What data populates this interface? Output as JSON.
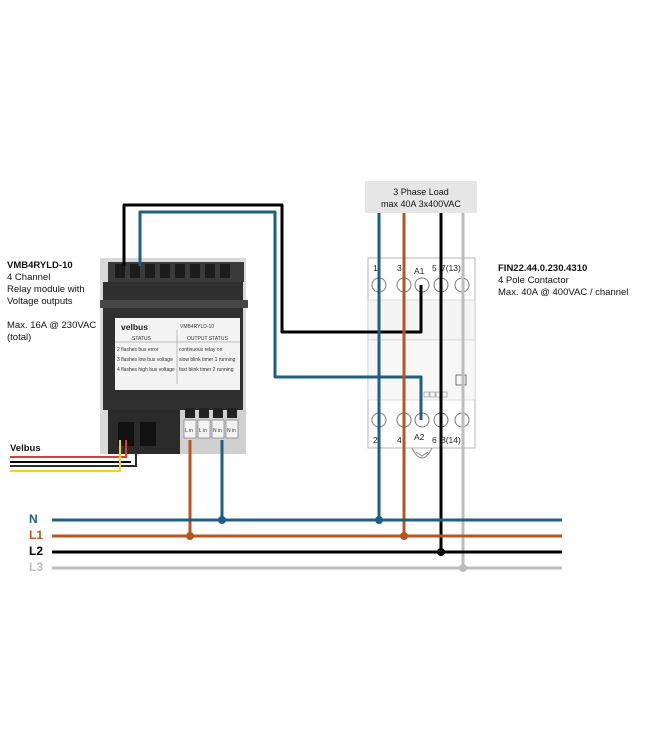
{
  "load_box": {
    "line1": "3 Phase Load",
    "line2": "max 40A 3x400VAC"
  },
  "relay_module": {
    "model": "VMB4RYLD-10",
    "desc1": "4 Channel",
    "desc2": "Relay module with",
    "desc3": "Voltage outputs",
    "desc4": "Max. 16A @ 230VAC",
    "desc5": "(total)",
    "brand": "velbus",
    "face_model": "VMB4RYLD-10",
    "status_header": "STATUS",
    "output_status_header": "OUTPUT STATUS",
    "status_rows": [
      "2 flashes  bus error",
      "3 flashes  low bus voltage",
      "4 flashes  high bus voltage"
    ],
    "output_rows": [
      "continuous  relay on",
      "slow blink  timer 1 running",
      "fast blink  timer 2 running"
    ],
    "terminals": [
      "L in",
      "L in",
      "N in",
      "N in"
    ]
  },
  "contactor": {
    "model": "FIN22.44.0.230.4310",
    "desc1": "4 Pole Contactor",
    "desc2": "Max. 40A @ 400VAC / channel",
    "top_terminals": [
      "1",
      "3",
      "A1",
      "5",
      "7(13)"
    ],
    "bottom_terminals": [
      "2",
      "4",
      "A2",
      "6",
      "8(14)"
    ]
  },
  "bus_label": "Velbus",
  "rails": [
    {
      "name": "N",
      "color": "#1f5f82"
    },
    {
      "name": "L1",
      "color": "#b8541f"
    },
    {
      "name": "L2",
      "color": "#000000"
    },
    {
      "name": "L3",
      "color": "#bdbdbd"
    }
  ]
}
